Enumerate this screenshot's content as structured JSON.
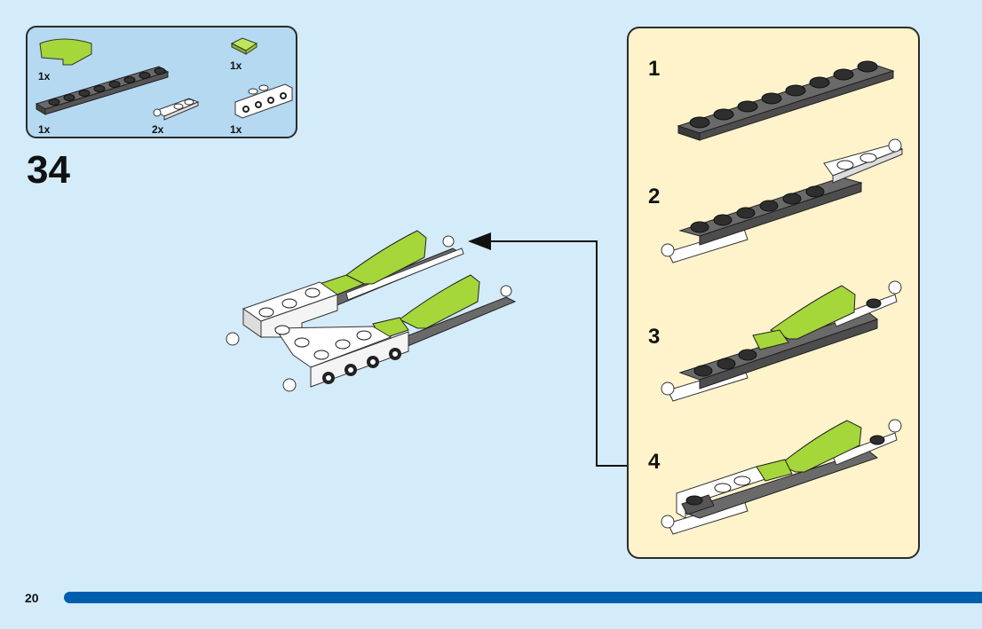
{
  "page": {
    "number": "20",
    "step": "34",
    "colors": {
      "background": "#d4ebfa",
      "parts_box": "#b6d9f2",
      "sub_panel": "#fff3cc",
      "page_bar": "#005eae",
      "lime": "#a5d63a",
      "dark_gray": "#5c5c5c"
    }
  },
  "parts_list": [
    {
      "part": "lime-curved-slope",
      "qty": "1x"
    },
    {
      "part": "lime-tile-1x1",
      "qty": "1x"
    },
    {
      "part": "dark-gray-plate-1x8",
      "qty": "1x"
    },
    {
      "part": "white-plate-with-clip",
      "qty": "2x"
    },
    {
      "part": "white-bracket-1x4",
      "qty": "1x"
    }
  ],
  "sub_steps": [
    {
      "label": "1"
    },
    {
      "label": "2"
    },
    {
      "label": "3"
    },
    {
      "label": "4"
    }
  ]
}
